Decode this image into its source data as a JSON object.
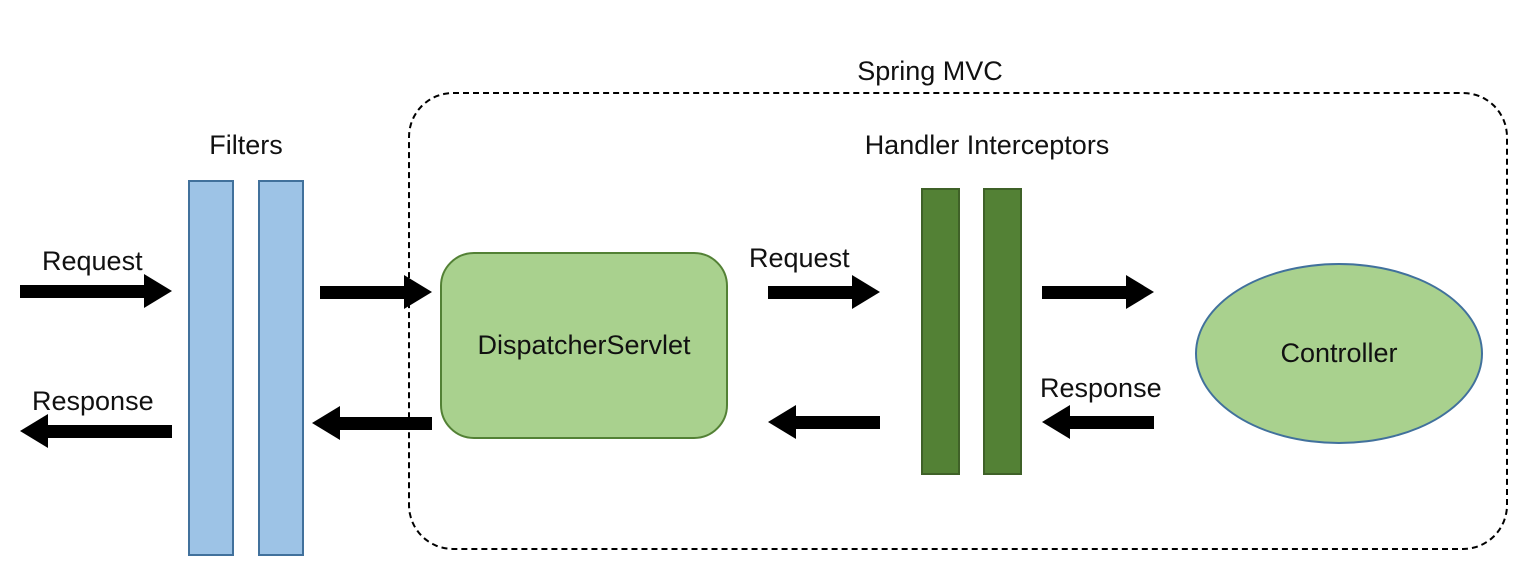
{
  "diagram": {
    "title": "Spring MVC",
    "filters_label": "Filters",
    "handler_interceptors_label": "Handler Interceptors",
    "dispatcher_servlet_label": "DispatcherServlet",
    "controller_label": "Controller",
    "request_left_label": "Request",
    "response_left_label": "Response",
    "request_inner_label": "Request",
    "response_inner_label": "Response"
  },
  "colors": {
    "filter_bar_fill": "#9dc3e6",
    "filter_bar_border": "#41719c",
    "interceptor_bar_fill": "#538135",
    "interceptor_bar_border": "#3f6128",
    "shape_fill": "#a9d18e",
    "shape_border": "#538135",
    "ellipse_border": "#41719c",
    "arrow_color": "#000000"
  }
}
